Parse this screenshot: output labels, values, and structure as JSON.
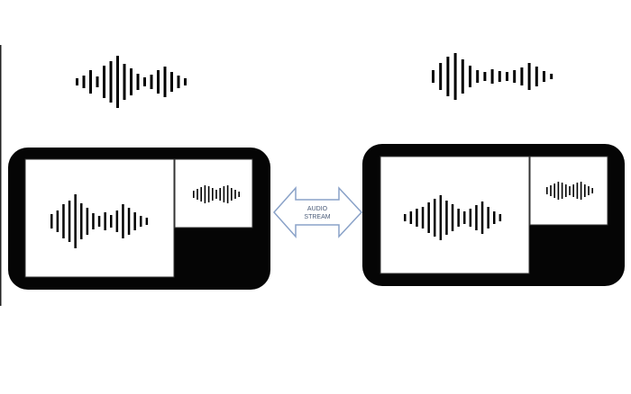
{
  "diagram": {
    "arrow": {
      "label_line1": "AUDIO",
      "label_line2": "STREAM",
      "direction": "bidirectional"
    },
    "colors": {
      "background": "#ffffff",
      "device_frame": "#050505",
      "screen": "#ffffff",
      "waveform": "#000000",
      "arrow_stroke": "#8aa2c8",
      "arrow_text": "#4a5b78"
    },
    "left_device": {
      "main_view_icon": "waveform-icon",
      "inset_view_icon": "waveform-icon"
    },
    "right_device": {
      "main_view_icon": "waveform-icon",
      "inset_view_icon": "waveform-icon"
    },
    "overhead_icons": [
      "waveform-icon",
      "waveform-icon"
    ]
  }
}
